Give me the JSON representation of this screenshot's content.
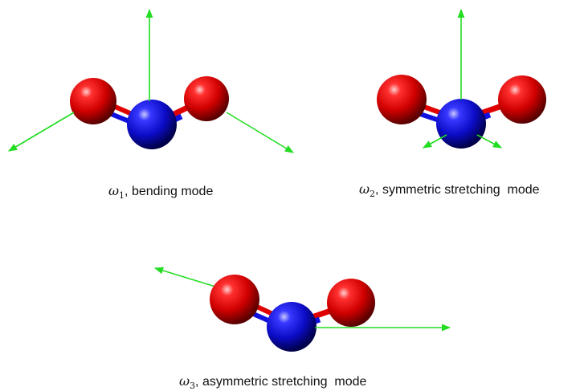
{
  "modes": [
    {
      "symbol": "ω",
      "subscript": "1",
      "label": ", bending mode"
    },
    {
      "symbol": "ω",
      "subscript": "2",
      "label": ", symmetric stretching  mode"
    },
    {
      "symbol": "ω",
      "subscript": "3",
      "label": ", asymmetric stretching  mode"
    }
  ],
  "colors": {
    "oxygen": "#e00000",
    "nitrogen": "#1010e0",
    "arrow": "#22dd22"
  }
}
